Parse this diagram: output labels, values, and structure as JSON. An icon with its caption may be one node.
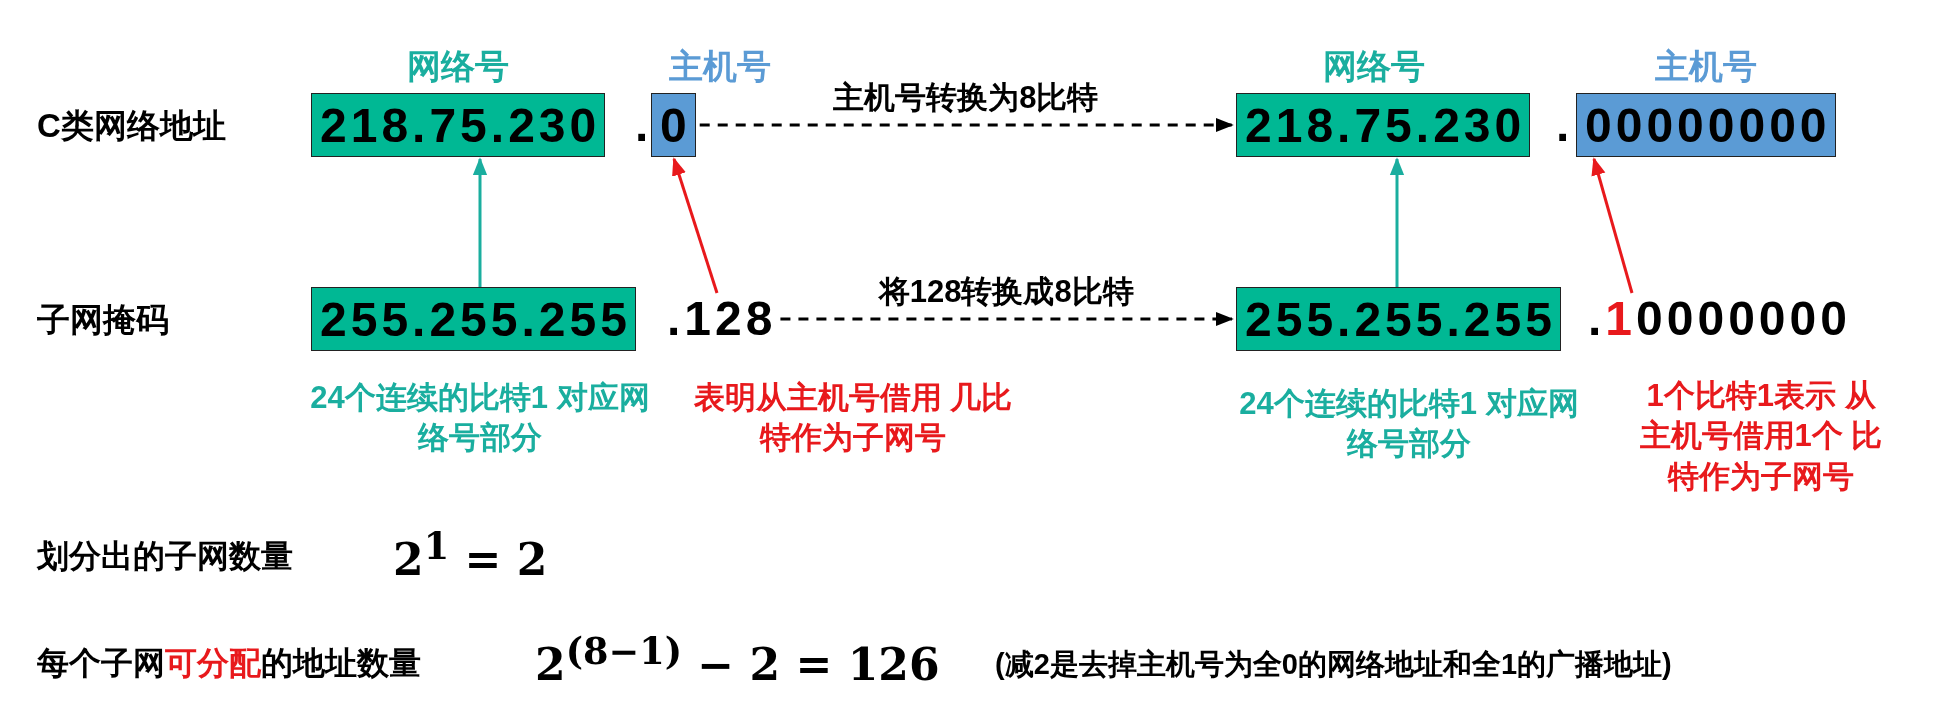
{
  "diagram": {
    "nodes": [
      {
        "text": [
          "218.75.230"
        ],
        "beside": [
          "网络号"
        ]
      },
      {
        "text": [
          "0"
        ],
        "beside": [
          "主机号"
        ]
      },
      {
        "text": [
          "218.75.230"
        ],
        "beside": [
          "网络号"
        ]
      },
      {
        "text": [
          "00000000"
        ],
        "beside": [
          "主机号"
        ]
      },
      {
        "text": [
          "255.255.255"
        ]
      },
      {
        "text": [
          ".128"
        ]
      },
      {
        "text": [
          "255.255.255"
        ]
      },
      {
        "text": [
          ".10000000"
        ]
      }
    ],
    "edges": [
      {
        "from": 1,
        "to": 2,
        "arrow": "to",
        "label": "主机号转换为8比特",
        "style": "dashed",
        "color": "#000000"
      },
      {
        "from": 5,
        "to": 6,
        "arrow": "to",
        "label": "将128转换成8比特",
        "style": "dashed",
        "color": "#000000"
      },
      {
        "from": 4,
        "to": 0,
        "arrow": "to",
        "color": "#1aae9f"
      },
      {
        "from": 5,
        "to": 1,
        "arrow": "to",
        "color": "#e8191c"
      },
      {
        "from": 6,
        "to": 2,
        "arrow": "to",
        "color": "#1aae9f"
      },
      {
        "from": 7,
        "to": 3,
        "arrow": "to",
        "color": "#e8191c"
      }
    ],
    "labels": [
      "C类网络地址",
      ".",
      ".",
      "子网掩码",
      "24个连续的比特1 对应网络号部分",
      "表明从主机号借用 几比特作为子网号",
      "24个连续的比特1 对应网络号部分",
      "1个比特1表示 从主机号借用1个 比特作为子网号",
      "划分出的子网数量",
      "2$^{1}$ = 2",
      "每个子网可分配的地址数量",
      "2$^{(8−1)}$ − 2 = 126",
      "(减2是去掉主机号为全0的网络地址和全1的广播地址)"
    ]
  }
}
